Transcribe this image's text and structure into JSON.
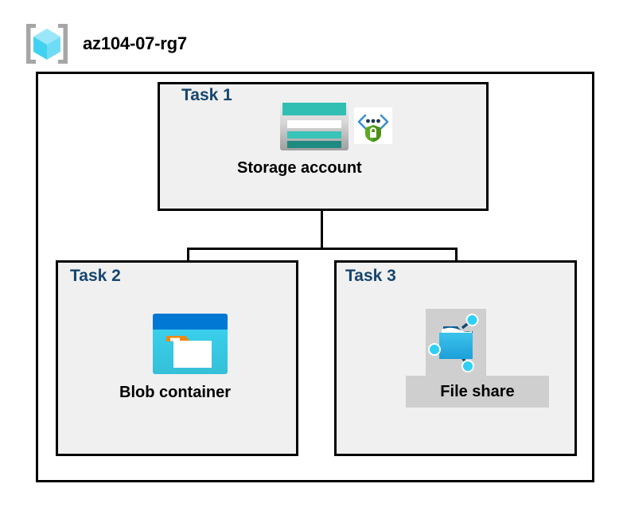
{
  "header": {
    "icon": "resource-group-cube-icon",
    "title": "az104-07-rg7"
  },
  "diagram": {
    "type": "azure-architecture",
    "container_label": "resource-group-boundary",
    "tasks": [
      {
        "id": "task1",
        "label": "Task 1",
        "node_caption": "Storage account",
        "icons": [
          "storage-account-icon",
          "network-security-shield-icon"
        ]
      },
      {
        "id": "task2",
        "label": "Task 2",
        "node_caption": "Blob container",
        "icons": [
          "blob-container-icon"
        ]
      },
      {
        "id": "task3",
        "label": "Task 3",
        "node_caption": "File share",
        "icons": [
          "file-share-icon"
        ]
      }
    ],
    "connections": [
      {
        "from": "Storage account",
        "to": "Blob container"
      },
      {
        "from": "Storage account",
        "to": "File share"
      }
    ]
  },
  "colors": {
    "task_label": "#15456E",
    "task_fill": "#F0F0F0",
    "border": "#000000",
    "selection_gray": "#CFCFCF",
    "azure_blue": "#0078D4",
    "azure_cyan": "#32D4F5",
    "storage_teal": "#32BFB3",
    "shield_green": "#5E9624",
    "folder_blue": "#32B0E7"
  }
}
